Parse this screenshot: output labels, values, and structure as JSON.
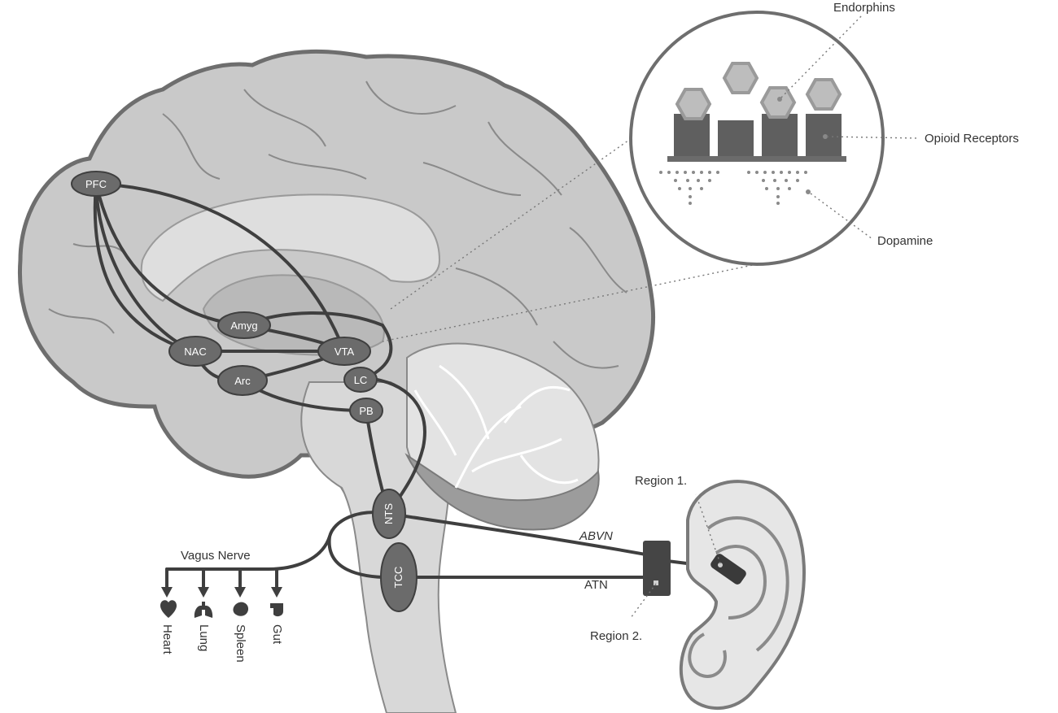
{
  "nodes": {
    "pfc": "PFC",
    "amyg": "Amyg",
    "nac": "NAC",
    "vta": "VTA",
    "arc": "Arc",
    "lc": "LC",
    "pb": "PB",
    "nts": "NTS",
    "tcc": "TCC"
  },
  "labels": {
    "endorphins": "Endorphins",
    "opioid_receptors": "Opioid Receptors",
    "dopamine": "Dopamine",
    "region1": "Region 1.",
    "region2": "Region 2.",
    "abvn": "ABVN",
    "atn": "ATN",
    "vagus_nerve": "Vagus Nerve"
  },
  "organs": {
    "heart": "Heart",
    "lung": "Lung",
    "spleen": "Spleen",
    "gut": "Gut"
  },
  "colors": {
    "brain_fill": "#c9c9c9",
    "brain_outline": "#6e6e6e",
    "node_fill": "#6b6b6b",
    "pathway": "#3f3f3f"
  }
}
